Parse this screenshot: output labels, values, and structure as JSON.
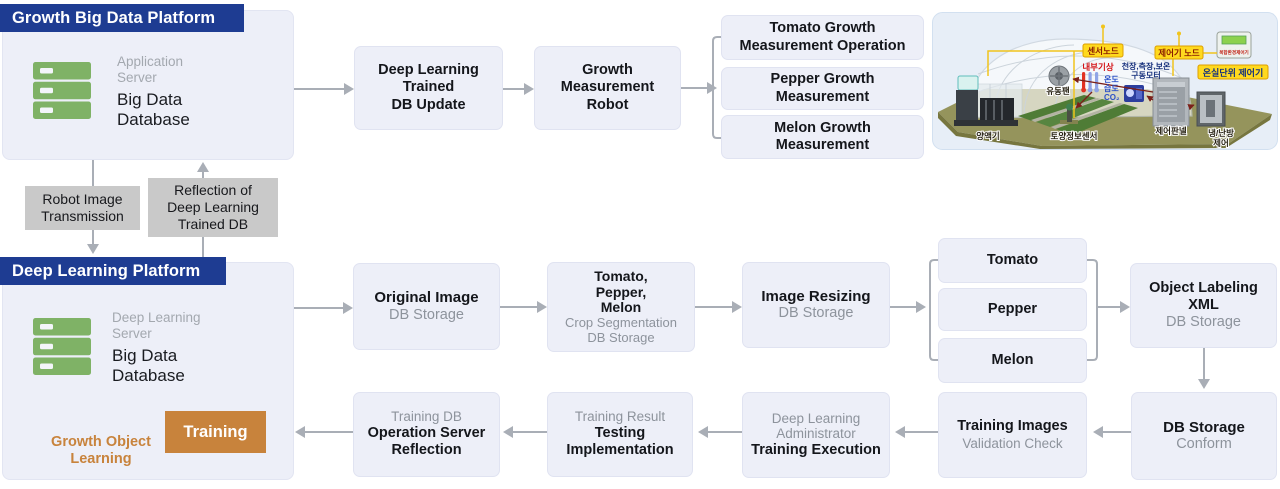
{
  "colors": {
    "header_navy": "#1e3c92",
    "panel_fill": "#edeff8",
    "gray_label_fill": "#c9c9c9",
    "arrow_gray": "#a9aeb6",
    "arrow_dark": "#556a70",
    "training_orange": "#c8833c",
    "server_green": "#7fb266",
    "yellow_tag": "#ffd91e"
  },
  "platform_top": {
    "title": "Growth Big Data Platform",
    "server": {
      "subtitle": [
        "Application",
        "Server"
      ],
      "title": [
        "Big Data",
        "Database"
      ]
    }
  },
  "transfer": {
    "robot_image": [
      "Robot Image",
      "Transmission"
    ],
    "reflection": [
      "Reflection of",
      "Deep Learning",
      "Trained DB"
    ]
  },
  "top_flow": {
    "db_update": [
      "Deep Learning",
      "Trained",
      "DB Update"
    ],
    "robot": [
      "Growth",
      "Measurement",
      "Robot"
    ],
    "outputs": [
      [
        "Tomato Growth",
        "Measurement Operation"
      ],
      [
        "Pepper Growth",
        "Measurement"
      ],
      [
        "Melon Growth",
        "Measurement"
      ]
    ]
  },
  "platform_bottom": {
    "title": "Deep Learning Platform",
    "server": {
      "subtitle": [
        "Deep Learning",
        "Server"
      ],
      "title": [
        "Big Data",
        "Database"
      ]
    },
    "training_label": "Training",
    "loop_label": [
      "Growth Object",
      "Learning"
    ]
  },
  "row2": {
    "original": {
      "bold": [
        "Original Image"
      ],
      "gray": [
        "DB Storage"
      ]
    },
    "crop_seg": {
      "bold": [
        "Tomato,",
        "Pepper,",
        "Melon"
      ],
      "gray": [
        "Crop Segmentation",
        "DB Storage"
      ]
    },
    "resizing": {
      "bold": [
        "Image Resizing"
      ],
      "gray": [
        "DB Storage"
      ]
    },
    "crops": [
      "Tomato",
      "Pepper",
      "Melon"
    ],
    "labeling": {
      "bold": [
        "Object Labeling",
        "XML"
      ],
      "gray": [
        "DB Storage"
      ]
    }
  },
  "row3": {
    "conform": {
      "bold": [
        "DB Storage"
      ],
      "gray": [
        "Conform"
      ]
    },
    "validation": {
      "bold": [
        "Training Images"
      ],
      "gray": [
        "Validation Check"
      ]
    },
    "execution": {
      "gray": [
        "Deep Learning",
        "Administrator"
      ],
      "bold": [
        "Training Execution"
      ]
    },
    "testing": {
      "gray": [
        "Training Result"
      ],
      "bold": [
        "Testing",
        "Implementation"
      ]
    },
    "reflection": {
      "gray": [
        "Training DB"
      ],
      "bold": [
        "Operation Server",
        "Reflection"
      ]
    }
  },
  "greenhouse": {
    "sensor_node": "센서노드",
    "controller_node": "제어기 노드",
    "unit_controller": "온실단위 제어기",
    "device_label": "복합환경제어기",
    "indoor_weather": "내부기상",
    "motor_line1": "천장,측장,보온",
    "motor_line2": "구동모터",
    "temp": "온도",
    "humidity": "습도",
    "co2": "CO₂",
    "fan": "유동팬",
    "nutrient": "양액기",
    "soil_sensor": "토양정보센서",
    "control_panel": "제어판넬",
    "hvac_line1": "냉/난방",
    "hvac_line2": "제어"
  }
}
